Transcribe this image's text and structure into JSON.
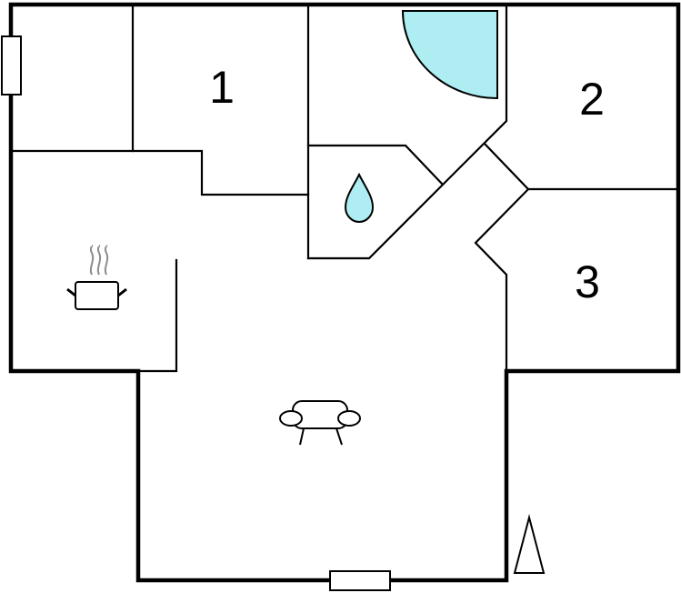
{
  "rooms": [
    {
      "label": "1"
    },
    {
      "label": "2"
    },
    {
      "label": "3"
    }
  ],
  "colors": {
    "water": "#aeeef2",
    "wall": "#000000",
    "steam": "#8c8c8c"
  },
  "icons": {
    "shower": "shower-icon",
    "water": "water-drop-icon",
    "kitchen": "cooking-pot-icon",
    "living": "sofa-icon",
    "north": "north-arrow-icon"
  }
}
